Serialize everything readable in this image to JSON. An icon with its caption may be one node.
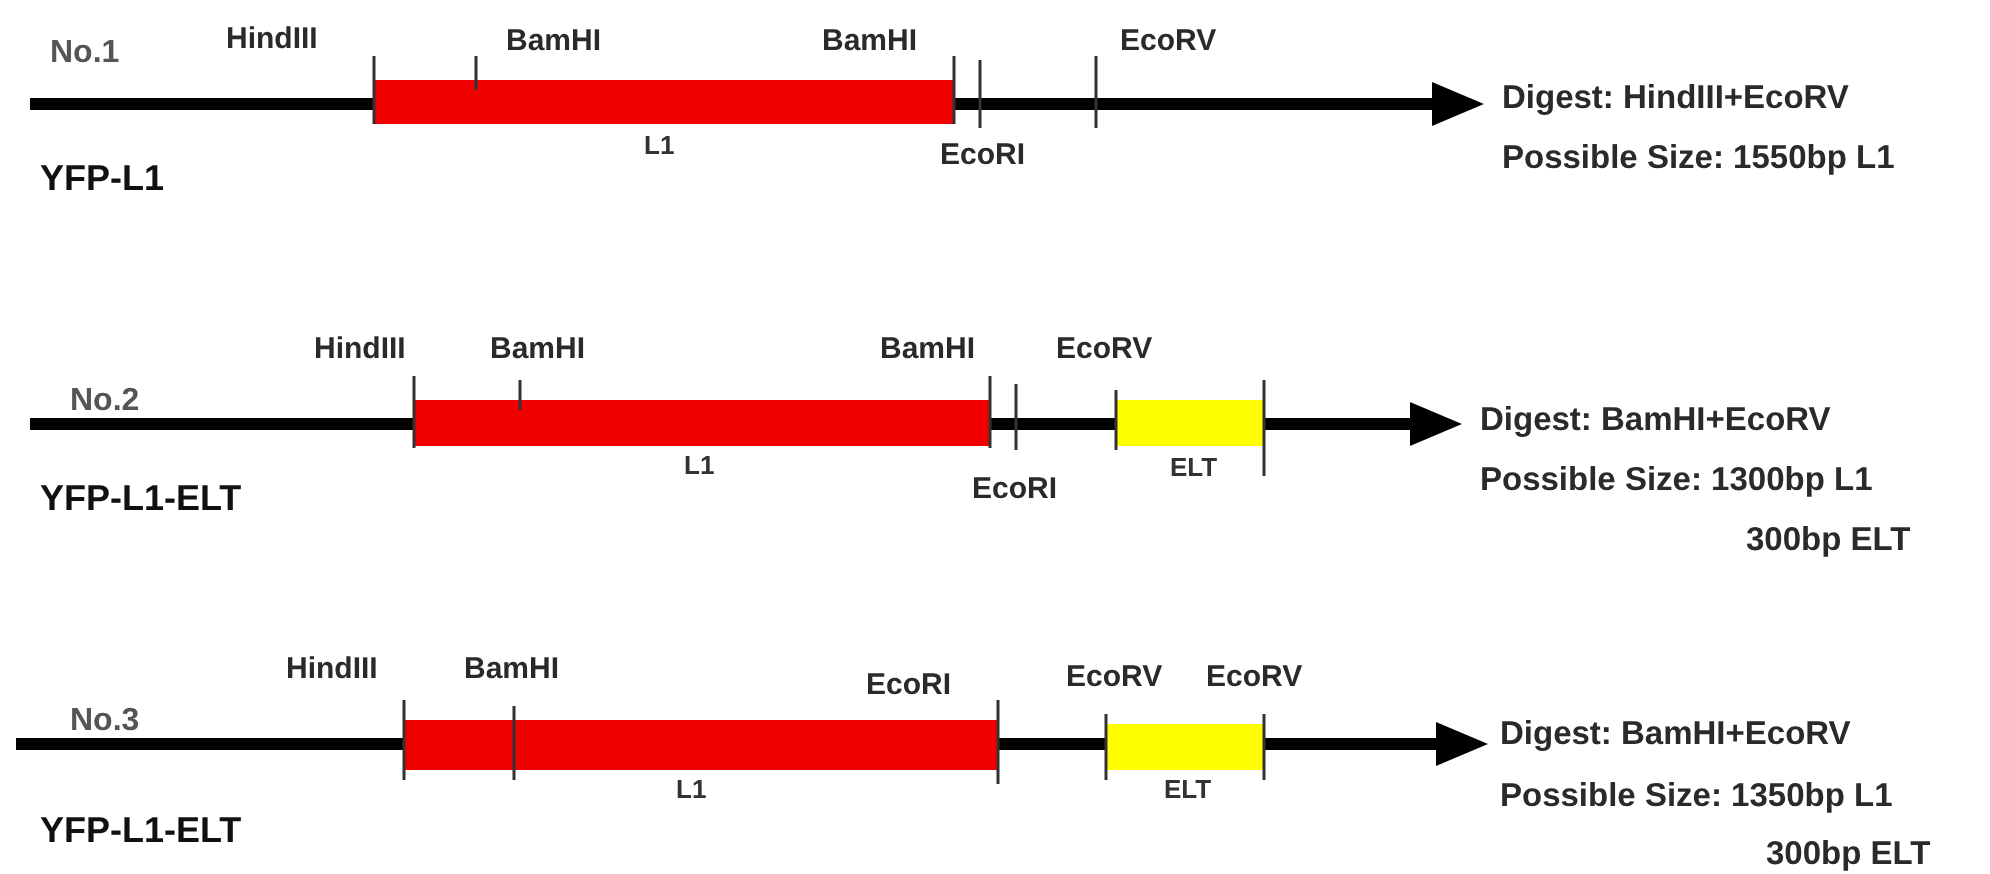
{
  "diagram": {
    "nodes": [
      {
        "text": [
          "L1"
        ]
      },
      {
        "text": [
          "L1"
        ]
      },
      {
        "text": [
          "ELT"
        ]
      },
      {
        "text": [
          "L1"
        ]
      },
      {
        "text": [
          "ELT"
        ]
      }
    ],
    "labels": [
      "No.1",
      "HindIII",
      "BamHI",
      "BamHI",
      "EcoRV",
      "Digest: HindIII+EcoRV",
      "EcoRI",
      "YFP-L1",
      "Possible Size: 1550bp L1",
      "HindIII",
      "BamHI",
      "BamHI",
      "EcoRV",
      "No.2",
      "Digest: BamHI+EcoRV",
      "YFP-L1-ELT",
      "EcoRI",
      "Possible Size: 1300bp L1",
      "300bp ELT",
      "HindIII",
      "BamHI",
      "EcoRI",
      "EcoRV",
      "EcoRV",
      "No.3",
      "Digest: BamHI+EcoRV",
      "Possible Size: 1350bp L1",
      "YFP-L1-ELT",
      "300bp ELT"
    ]
  }
}
